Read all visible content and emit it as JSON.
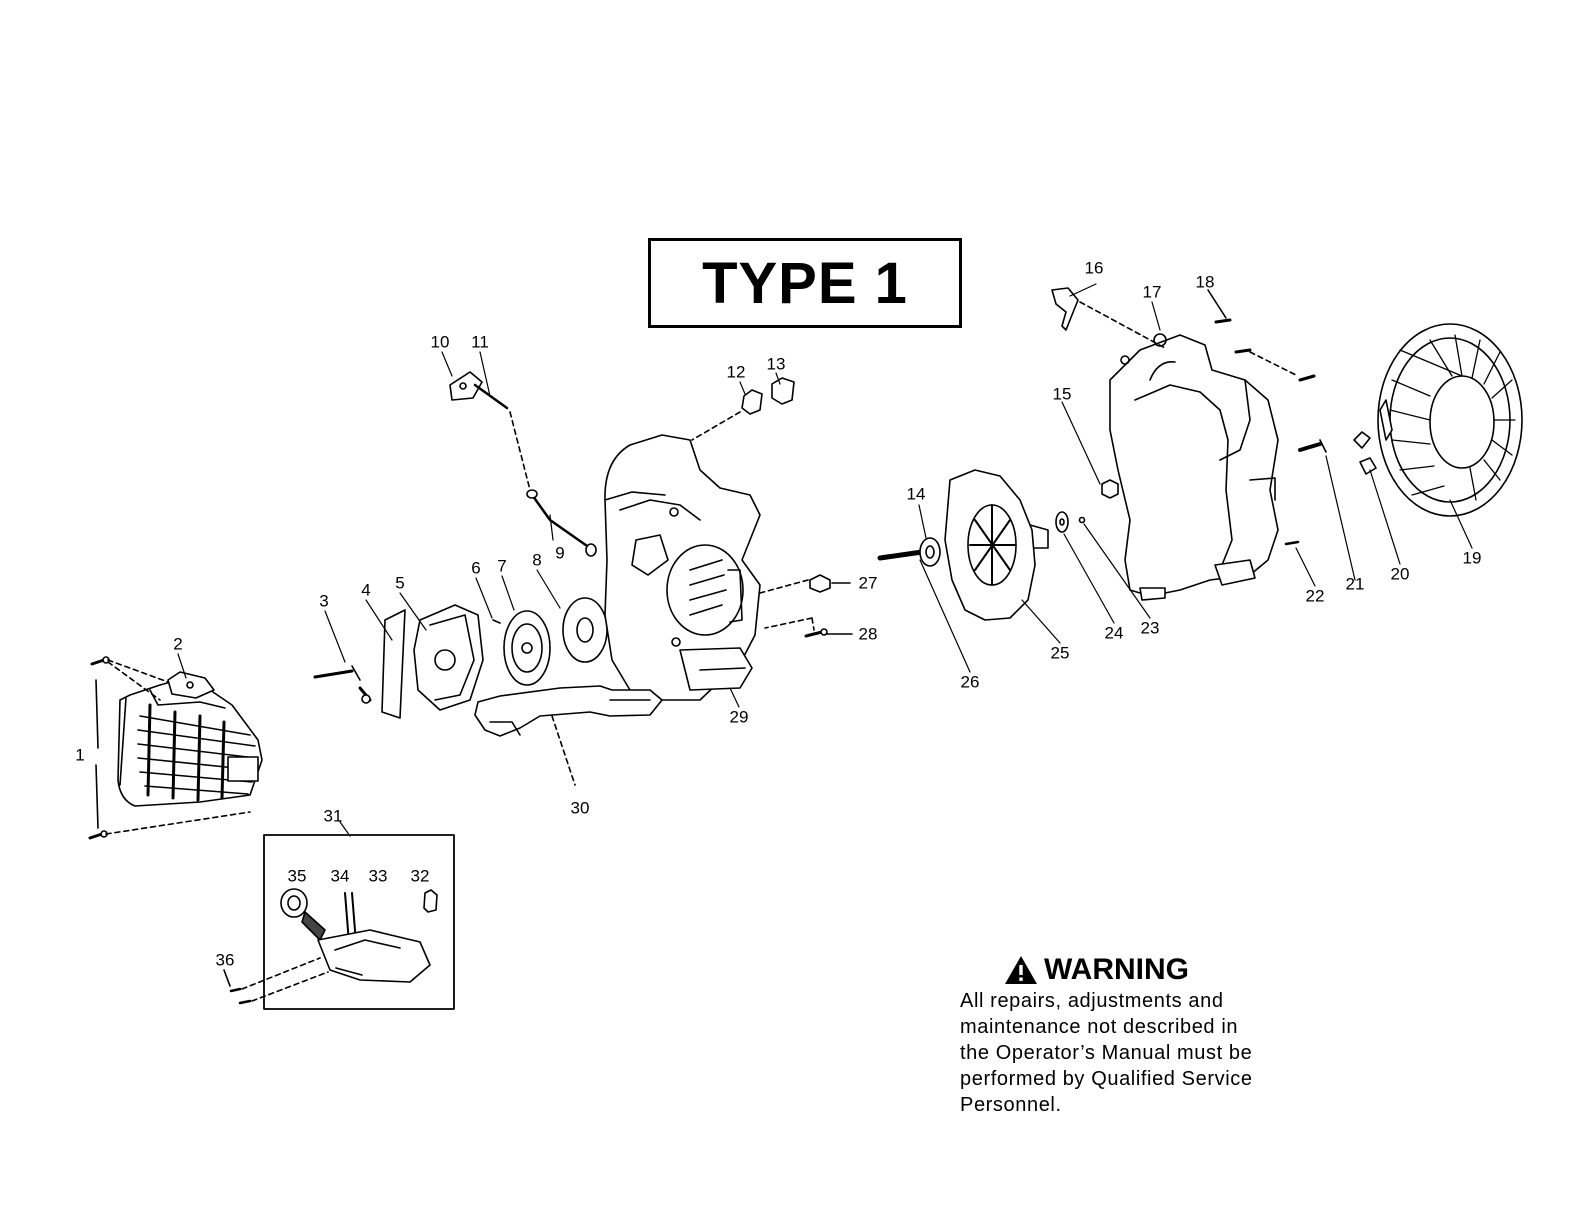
{
  "title": "TYPE 1",
  "callouts": [
    {
      "id": "c1",
      "label": "1"
    },
    {
      "id": "c2",
      "label": "2"
    },
    {
      "id": "c3",
      "label": "3"
    },
    {
      "id": "c4",
      "label": "4"
    },
    {
      "id": "c5",
      "label": "5"
    },
    {
      "id": "c6",
      "label": "6"
    },
    {
      "id": "c7",
      "label": "7"
    },
    {
      "id": "c8",
      "label": "8"
    },
    {
      "id": "c9",
      "label": "9"
    },
    {
      "id": "c10",
      "label": "10"
    },
    {
      "id": "c11",
      "label": "11"
    },
    {
      "id": "c12",
      "label": "12"
    },
    {
      "id": "c13",
      "label": "13"
    },
    {
      "id": "c14",
      "label": "14"
    },
    {
      "id": "c15",
      "label": "15"
    },
    {
      "id": "c16",
      "label": "16"
    },
    {
      "id": "c17",
      "label": "17"
    },
    {
      "id": "c18",
      "label": "18"
    },
    {
      "id": "c19",
      "label": "19"
    },
    {
      "id": "c20",
      "label": "20"
    },
    {
      "id": "c21",
      "label": "21"
    },
    {
      "id": "c22",
      "label": "22"
    },
    {
      "id": "c23",
      "label": "23"
    },
    {
      "id": "c24",
      "label": "24"
    },
    {
      "id": "c25",
      "label": "25"
    },
    {
      "id": "c26",
      "label": "26"
    },
    {
      "id": "c27",
      "label": "27"
    },
    {
      "id": "c28",
      "label": "28"
    },
    {
      "id": "c29",
      "label": "29"
    },
    {
      "id": "c30",
      "label": "30"
    },
    {
      "id": "c31",
      "label": "31"
    },
    {
      "id": "c32",
      "label": "32"
    },
    {
      "id": "c33",
      "label": "33"
    },
    {
      "id": "c34",
      "label": "34"
    },
    {
      "id": "c35",
      "label": "35"
    },
    {
      "id": "c36",
      "label": "36"
    }
  ],
  "warning": {
    "icon": "warning-triangle-icon",
    "title": "WARNING",
    "lines": [
      "All repairs, adjustments and",
      "maintenance not described in",
      "the Operator’s Manual must be",
      "performed by Qualified Service",
      "Personnel."
    ]
  }
}
